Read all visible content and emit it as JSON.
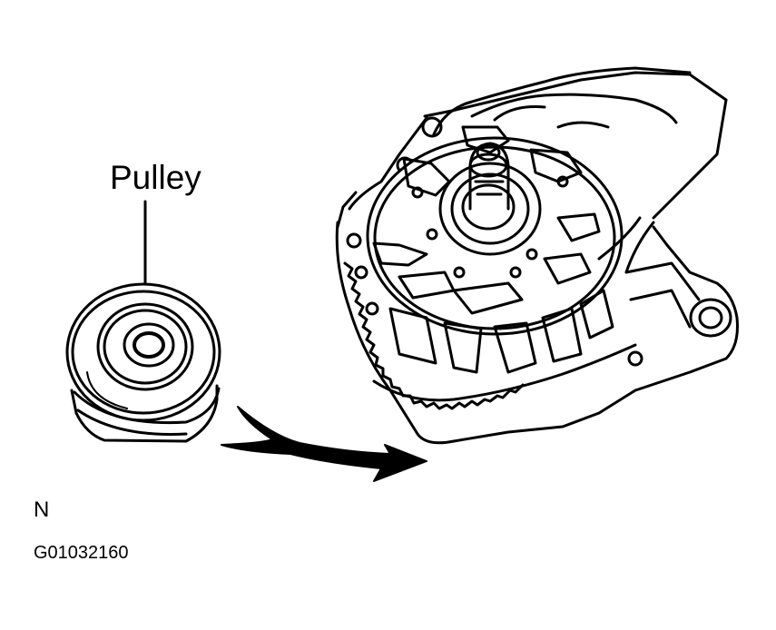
{
  "labels": {
    "pulley": "Pulley",
    "orientation_mark": "N",
    "figure_id": "G01032160"
  },
  "colors": {
    "ink": "#000000",
    "paper": "#ffffff"
  }
}
